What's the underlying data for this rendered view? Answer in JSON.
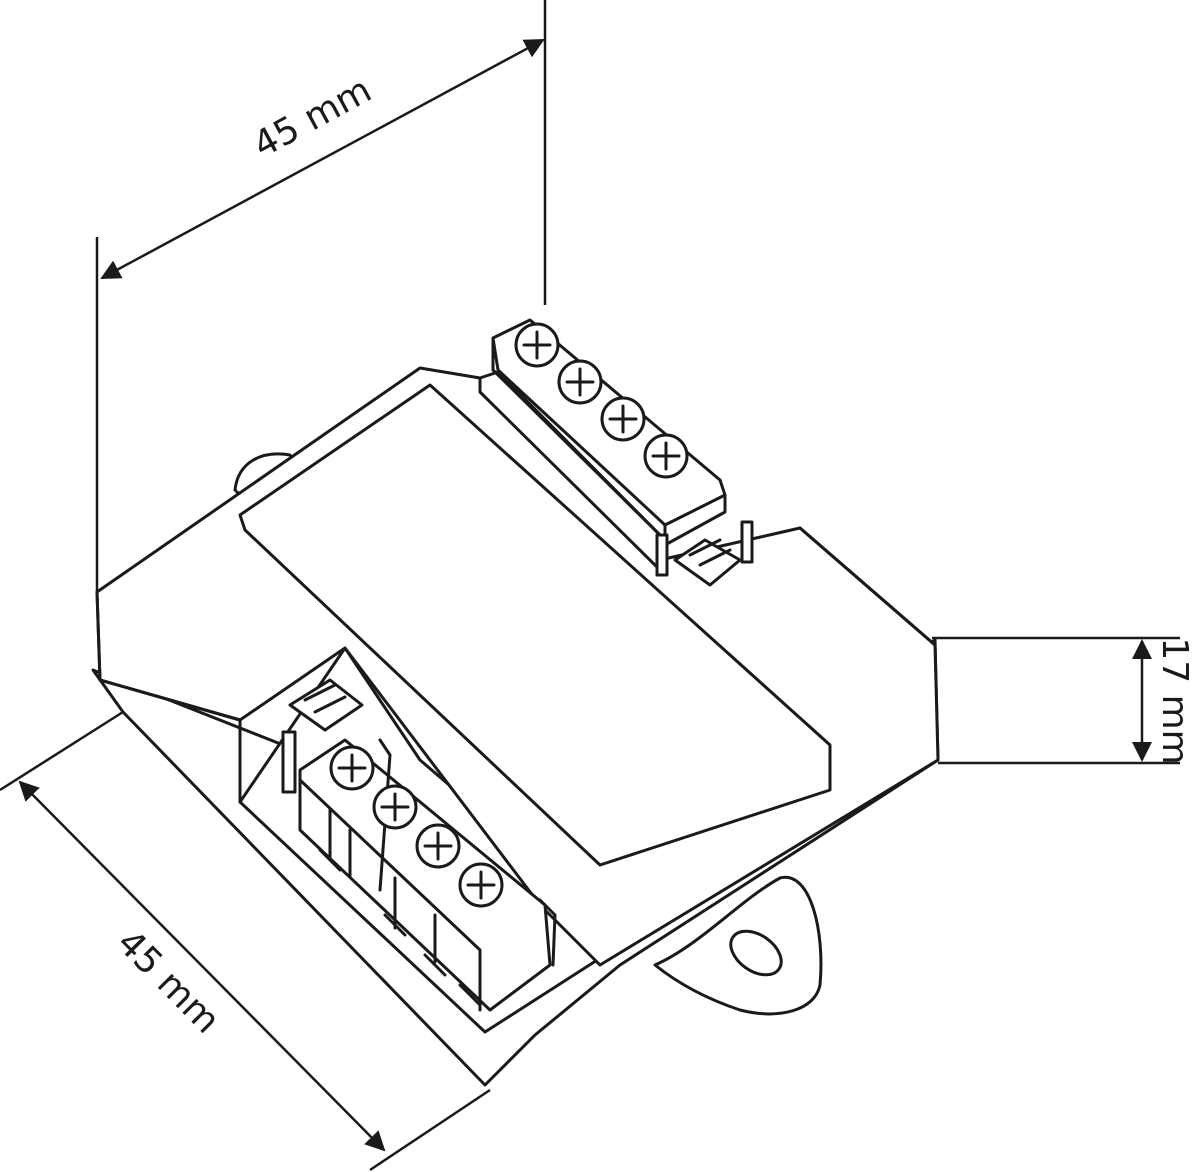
{
  "dimensions": {
    "width_label": "45 mm",
    "depth_label": "45 mm",
    "height_label": "17 mm"
  },
  "colors": {
    "line": "#1a1a1a",
    "background": "#ffffff"
  },
  "terminal_blocks": [
    {
      "name": "upper-terminal-block",
      "screws": 4
    },
    {
      "name": "lower-terminal-block",
      "screws": 4
    }
  ]
}
